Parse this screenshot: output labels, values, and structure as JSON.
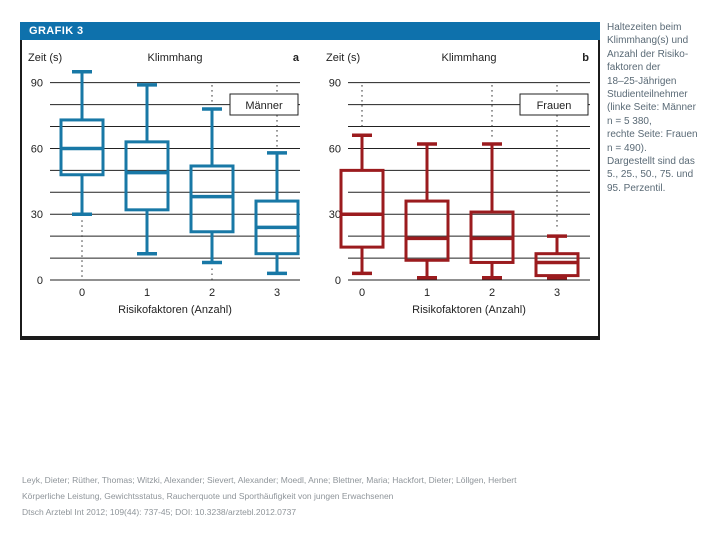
{
  "header": {
    "title": "GRAFIK 3"
  },
  "colors": {
    "header_bg": "#0e71ac",
    "men": "#1878a6",
    "women": "#9b1b1e",
    "grid": "#222222",
    "axis_text": "#222222",
    "caption_text": "#5a6a76",
    "citation_text": "#8f959a"
  },
  "caption_lines": [
    "Haltezeiten beim",
    "Klimmhang(s) und",
    "Anzahl der Risiko-",
    "faktoren der",
    "18–25-Jährigen",
    "Studienteilnehmer",
    "(linke Seite: Männer",
    "n = 5 380,",
    "rechte Seite: Frauen",
    "n = 490).",
    "Dargestellt sind das",
    "5., 25., 50., 75. und",
    "95. Perzentil."
  ],
  "citation_lines": [
    "Leyk, Dieter; Rüther, Thomas; Witzki, Alexander; Sievert, Alexander; Moedl, Anne; Blettner, Maria; Hackfort, Dieter; Löllgen, Herbert",
    "Körperliche Leistung, Gewichtsstatus, Raucherquote und Sporthäufigkeit von jungen Erwachsenen",
    "Dtsch Arztebl Int 2012; 109(44): 737-45; DOI: 10.3238/arztebl.2012.0737"
  ],
  "chart_data": [
    {
      "type": "boxplot",
      "title": "Klimmhang",
      "panel_letter": "a",
      "group_label": "Männer",
      "ylabel": "Zeit (s)",
      "xlabel": "Risikofaktoren (Anzahl)",
      "categories": [
        "0",
        "1",
        "2",
        "3"
      ],
      "ylim": [
        0,
        90
      ],
      "yticks": [
        0,
        30,
        60,
        90
      ],
      "grid_step": 10,
      "grid": true,
      "percentiles_shown": [
        5,
        25,
        50,
        75,
        95
      ],
      "boxes": [
        {
          "category": "0",
          "p5": 30,
          "p25": 48,
          "p50": 60,
          "p75": 73,
          "p95": 95,
          "dots_above": false,
          "dots_below": true
        },
        {
          "category": "1",
          "p5": 12,
          "p25": 32,
          "p50": 49,
          "p75": 63,
          "p95": 89,
          "dots_above": false,
          "dots_below": false
        },
        {
          "category": "2",
          "p5": 8,
          "p25": 22,
          "p50": 38,
          "p75": 52,
          "p95": 78,
          "dots_above": true,
          "dots_below": true
        },
        {
          "category": "3",
          "p5": 3,
          "p25": 12,
          "p50": 24,
          "p75": 36,
          "p95": 58,
          "dots_above": true,
          "dots_below": false
        }
      ]
    },
    {
      "type": "boxplot",
      "title": "Klimmhang",
      "panel_letter": "b",
      "group_label": "Frauen",
      "ylabel": "Zeit (s)",
      "xlabel": "Risikofaktoren (Anzahl)",
      "categories": [
        "0",
        "1",
        "2",
        "3"
      ],
      "ylim": [
        0,
        90
      ],
      "yticks": [
        0,
        30,
        60,
        90
      ],
      "grid_step": 10,
      "grid": true,
      "percentiles_shown": [
        5,
        25,
        50,
        75,
        95
      ],
      "boxes": [
        {
          "category": "0",
          "p5": 3,
          "p25": 15,
          "p50": 30,
          "p75": 50,
          "p95": 66,
          "dots_above": true,
          "dots_below": true
        },
        {
          "category": "1",
          "p5": 1,
          "p25": 9,
          "p50": 19,
          "p75": 36,
          "p95": 62,
          "dots_above": false,
          "dots_below": false
        },
        {
          "category": "2",
          "p5": 1,
          "p25": 8,
          "p50": 19,
          "p75": 31,
          "p95": 62,
          "dots_above": true,
          "dots_below": false
        },
        {
          "category": "3",
          "p5": 1,
          "p25": 2,
          "p50": 8,
          "p75": 12,
          "p95": 20,
          "dots_above": true,
          "dots_below": false
        }
      ]
    }
  ]
}
